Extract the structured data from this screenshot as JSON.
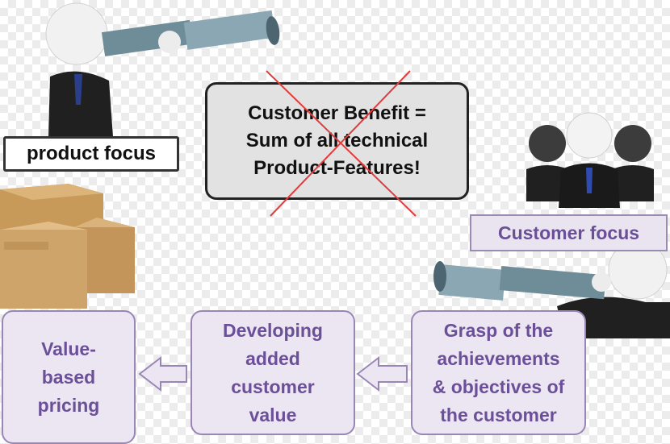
{
  "product_focus": "product focus",
  "benefit_statement": {
    "line1": "Customer Benefit =",
    "line2": "Sum of all technical",
    "line3": "Product-Features!"
  },
  "customer_focus": "Customer focus",
  "steps": [
    {
      "line1": "Value-",
      "line2": "based",
      "line3": "pricing"
    },
    {
      "line1": "Developing",
      "line2": "added",
      "line3": "customer",
      "line4": "value"
    },
    {
      "line1": "Grasp of the",
      "line2": "achievements",
      "line3": "& objectives of",
      "line4": "the customer"
    }
  ],
  "colors": {
    "accent_purple": "#6b4f99",
    "step_fill": "#ebe6f1",
    "cross_red": "#e23b3b"
  },
  "icons": [
    "telescope-man-icon",
    "boxes-icon",
    "customer-group-icon"
  ]
}
